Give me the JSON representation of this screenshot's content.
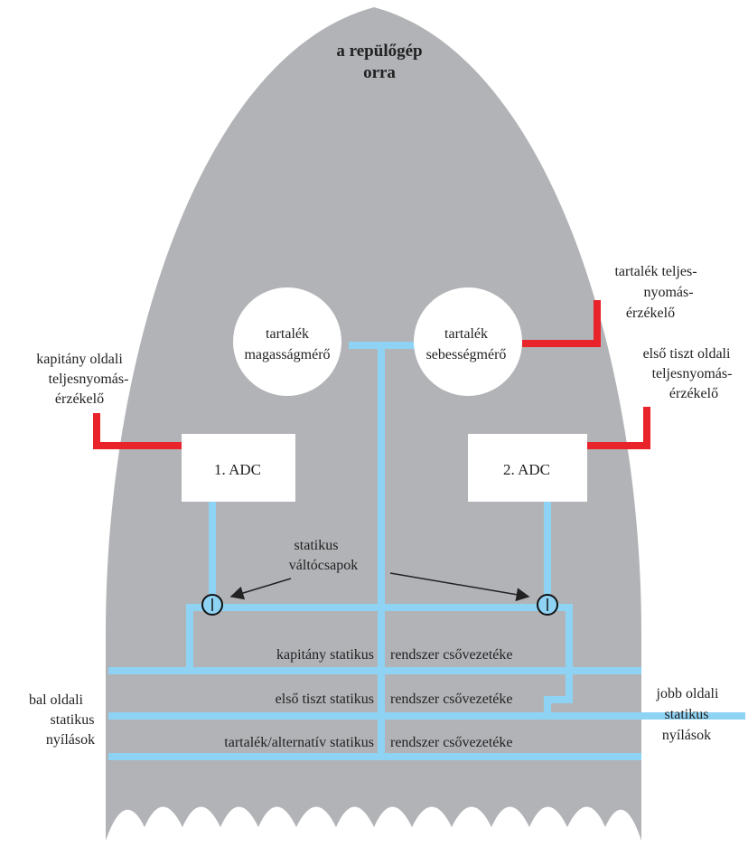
{
  "nose_title": [
    "a repülőgép",
    "orra"
  ],
  "instruments": {
    "standby_altimeter": [
      "tartalék",
      "magasságmérő"
    ],
    "standby_airspeed": [
      "tartalék",
      "sebességmérő"
    ]
  },
  "adc": {
    "adc1": "1. ADC",
    "adc2": "2. ADC"
  },
  "pitot_labels": {
    "captain": [
      "kapitány oldali",
      "teljesnyomás-",
      "érzékelő"
    ],
    "first_officer": [
      "első tiszt oldali",
      "teljesnyomás-",
      "érzékelő"
    ],
    "standby": [
      "tartalék teljes-",
      "nyomás-",
      "érzékelő"
    ]
  },
  "selector_valves_label": [
    "statikus",
    "váltócsapok"
  ],
  "static_lines": {
    "captain": {
      "left": "kapitány statikus",
      "right": "rendszer csővezetéke"
    },
    "first_officer": {
      "left": "első tiszt statikus",
      "right": "rendszer csővezetéke"
    },
    "standby": {
      "left": "tartalék/alternatív statikus",
      "right": "rendszer csővezetéke"
    }
  },
  "static_ports": {
    "left": [
      "bal oldali",
      "statikus",
      "nyílások"
    ],
    "right": [
      "jobb oldali",
      "statikus",
      "nyílások"
    ]
  },
  "colors": {
    "fuselage": "#b1b3b6",
    "static_line": "#8fd3f4",
    "pitot_line": "#e8232a",
    "box": "#ffffff",
    "text": "#222222"
  }
}
